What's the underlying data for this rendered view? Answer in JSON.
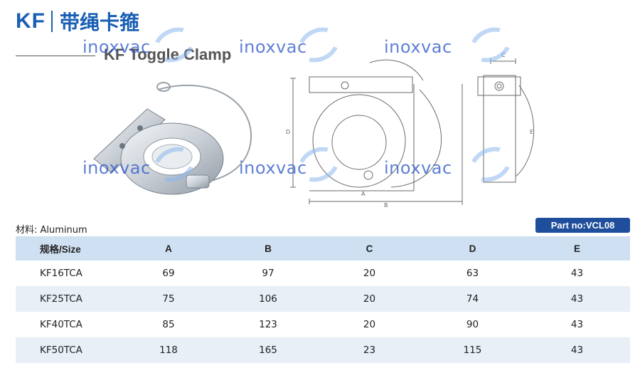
{
  "header": {
    "brand": "KF",
    "title_cn": "带绳卡箍",
    "subtitle": "KF Toggle Clamp"
  },
  "watermark": "inoxvac",
  "material_label": "材料:  Aluminum",
  "part_no": "Part no:VCL08",
  "drawing_labels": {
    "a": "A",
    "b": "B",
    "d": "D",
    "e": "E",
    "c": "C"
  },
  "table": {
    "headers": [
      "规格/Size",
      "A",
      "B",
      "C",
      "D",
      "E"
    ],
    "rows": [
      [
        "KF16TCA",
        "69",
        "97",
        "20",
        "63",
        "43"
      ],
      [
        "KF25TCA",
        "75",
        "106",
        "20",
        "74",
        "43"
      ],
      [
        "KF40TCA",
        "85",
        "123",
        "20",
        "90",
        "43"
      ],
      [
        "KF50TCA",
        "118",
        "165",
        "23",
        "115",
        "43"
      ]
    ]
  },
  "colors": {
    "brand_blue": "#1a5fb4",
    "header_row": "#cfe0f2",
    "badge": "#1f4e9c"
  }
}
